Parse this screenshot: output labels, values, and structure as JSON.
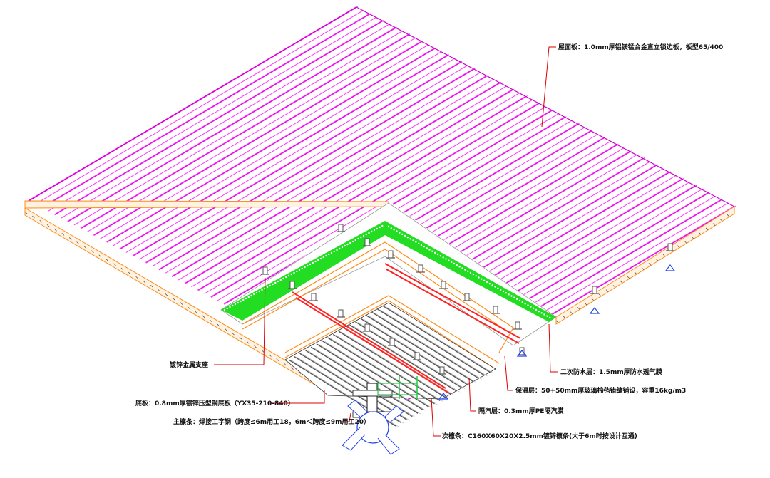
{
  "colors": {
    "panel": "#ff33ff",
    "panel_edge": "#cc00cc",
    "insulation": "#22dd22",
    "deck_edge": "#ff8c1a",
    "purlin": "#ff2222",
    "steel": "#555555",
    "bracket": "#2244ee",
    "connector": "#22cc44",
    "leader": "#dd0000",
    "text": "#111111"
  },
  "callouts": [
    {
      "id": "roof-panel",
      "text": "屋面板：1.0mm厚铝镁锰合金直立锁边板，板型65/400"
    },
    {
      "id": "secondary-waterproof",
      "text": "二次防水层：1.5mm厚防水透气膜"
    },
    {
      "id": "insulation-layer",
      "text": "保温层：50+50mm厚玻璃棉毡错缝铺设，容重16kg/m3"
    },
    {
      "id": "vapor-barrier",
      "text": "隔汽层：0.3mm厚PE隔汽膜"
    },
    {
      "id": "secondary-purlin",
      "text": "次檩条：C160X60X20X2.5mm镀锌檩条(大于6m时按设计互通)"
    },
    {
      "id": "main-purlin",
      "text": "主檩条：焊接工字钢（跨度≤6m用工18，6m＜跨度≤9m用工20）"
    },
    {
      "id": "bottom-plate",
      "text": "底板：0.8mm厚镀锌压型钢底板（YX35-210-840）"
    },
    {
      "id": "steel-support",
      "text": "镀锌金属支座"
    }
  ]
}
